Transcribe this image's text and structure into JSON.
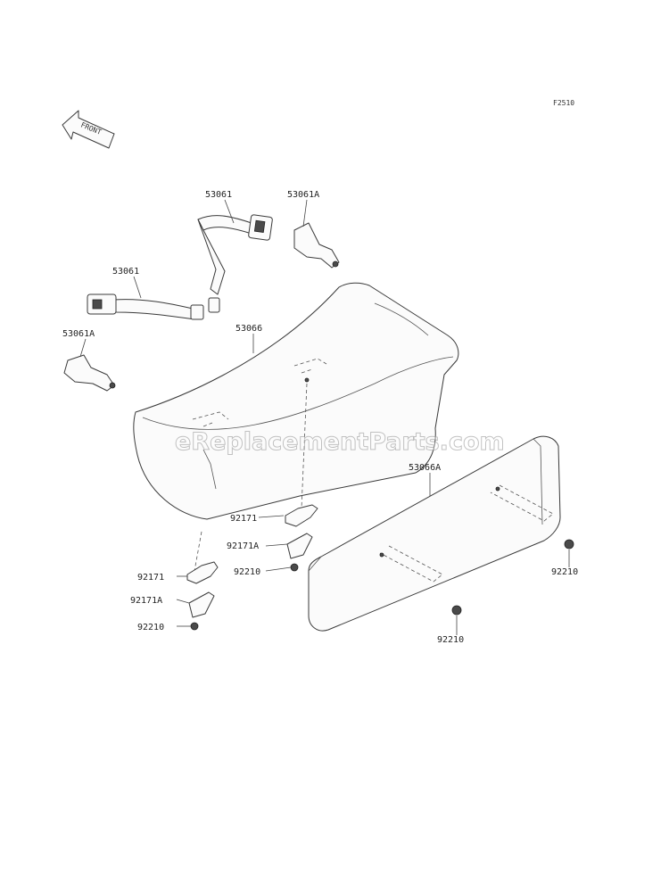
{
  "figure_code": "F2510",
  "front_arrow_label": "FRONT",
  "watermark": "eReplacementParts.com",
  "callouts": {
    "belt_upper": "53061",
    "buckle_upper": "53061A",
    "belt_lower": "53061",
    "buckle_lower": "53061A",
    "seat": "53066",
    "seat_back": "53066A",
    "bracket_mid": "92171",
    "bracket_a_mid": "92171A",
    "nut_mid": "92210",
    "bracket_left": "92171",
    "bracket_a_left": "92171A",
    "nut_left": "92210",
    "nut_right_top": "92210",
    "nut_right_bottom": "92210"
  }
}
